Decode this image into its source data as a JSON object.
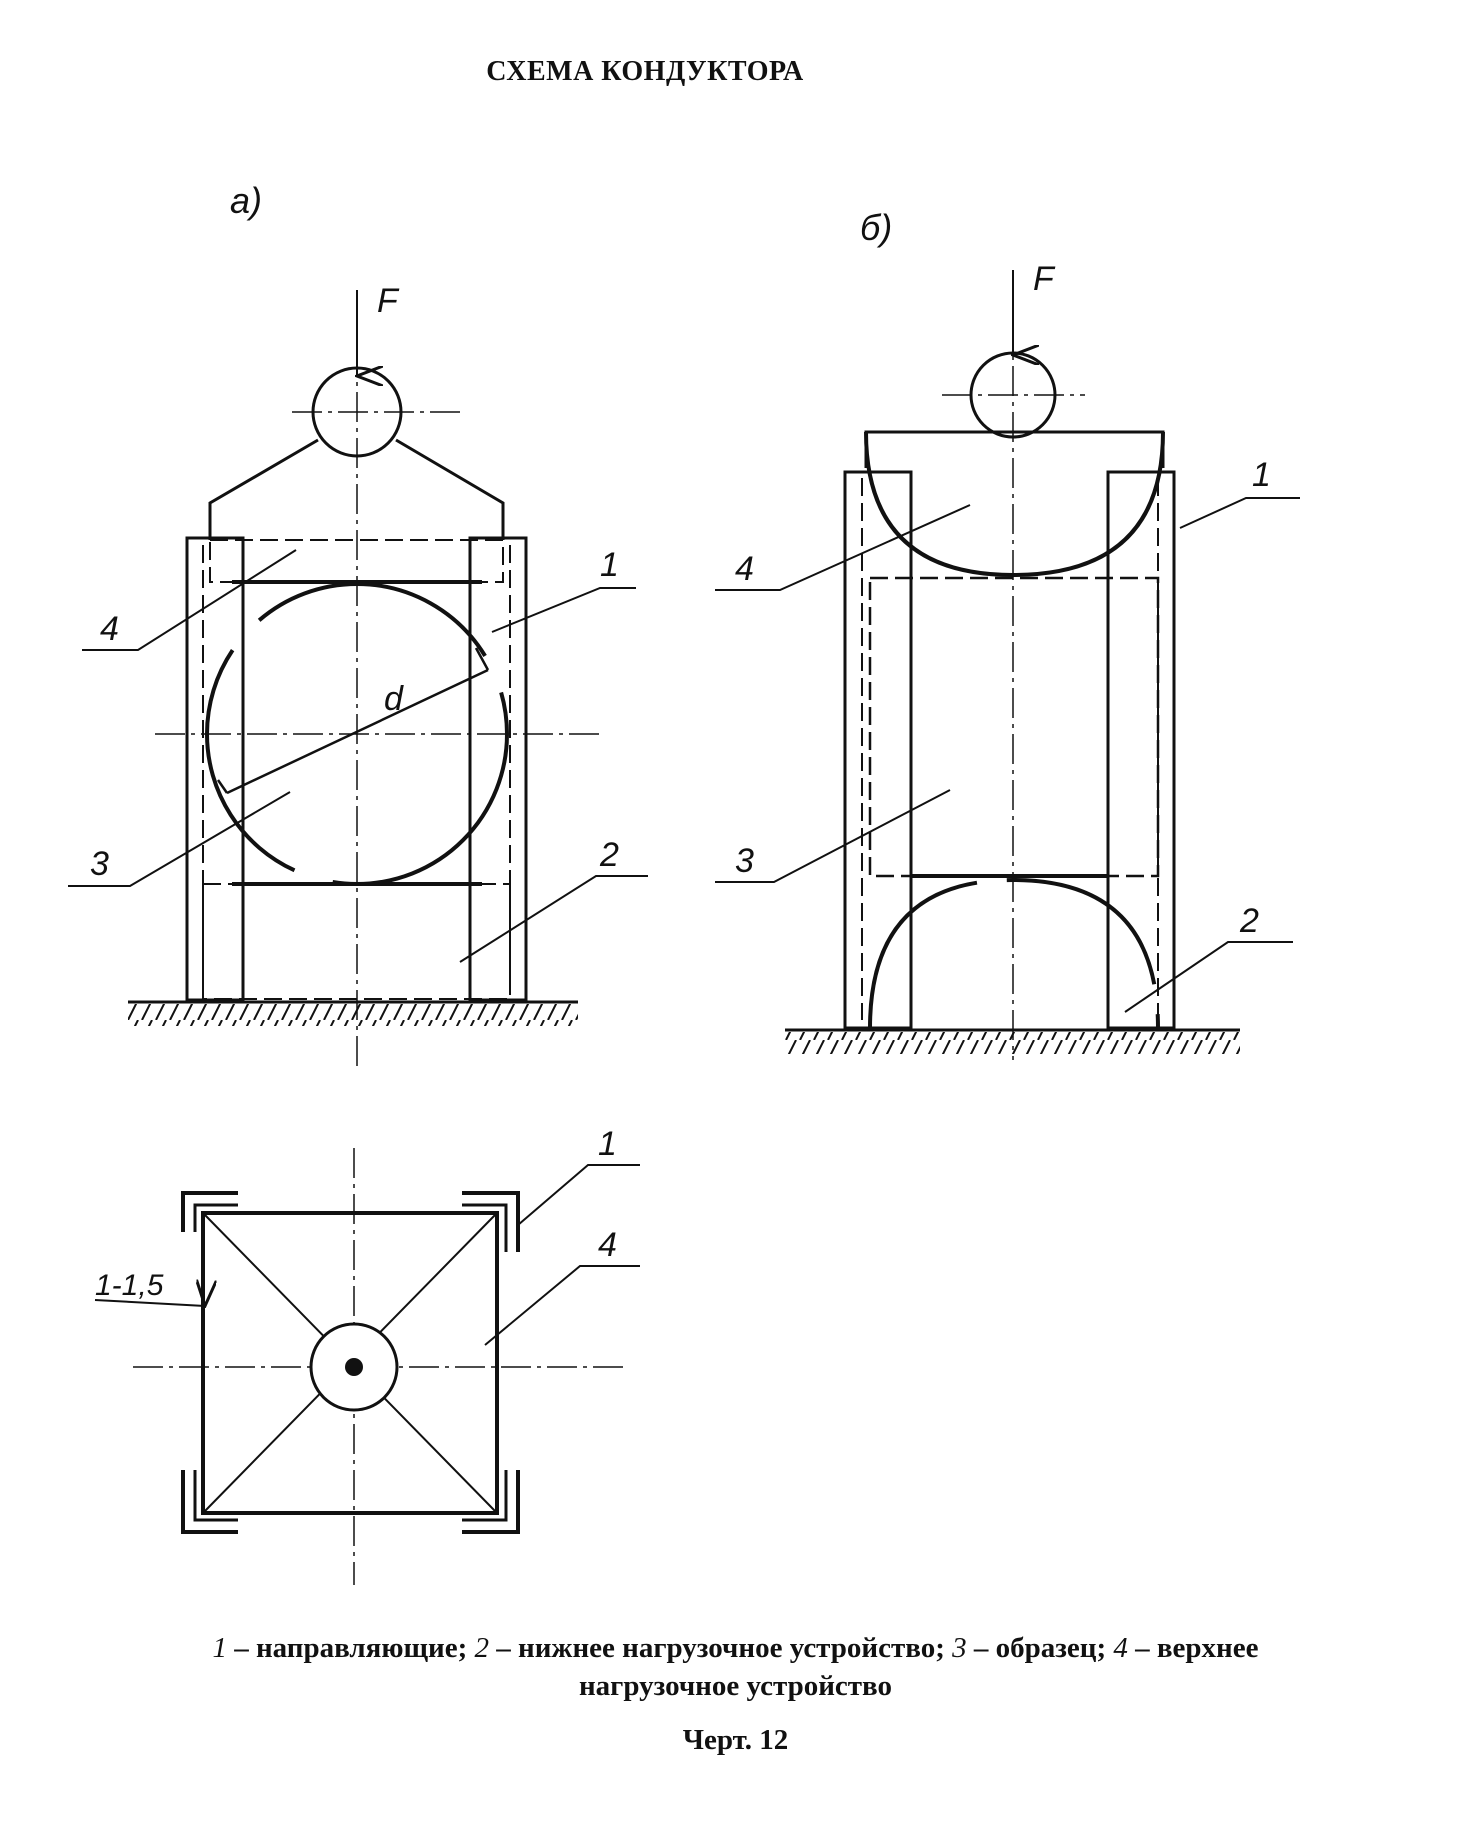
{
  "title": "СХЕМА КОНДУКТОРА",
  "view_a_label": "а)",
  "view_b_label": "б)",
  "force_label": "F",
  "diameter_label": "d",
  "gap_label": "1-1,5",
  "part_numbers": {
    "guides": "1",
    "lower_device": "2",
    "specimen": "3",
    "upper_device": "4"
  },
  "legend": [
    {
      "num": "1",
      "text": "– направляющие;"
    },
    {
      "num": "2",
      "text": "– нижнее нагрузочное устройство;"
    },
    {
      "num": "3",
      "text": "– образец;"
    },
    {
      "num": "4",
      "text": "– верхнее"
    }
  ],
  "legend_line2": "нагрузочное устройство",
  "figure_number": "Черт. 12"
}
